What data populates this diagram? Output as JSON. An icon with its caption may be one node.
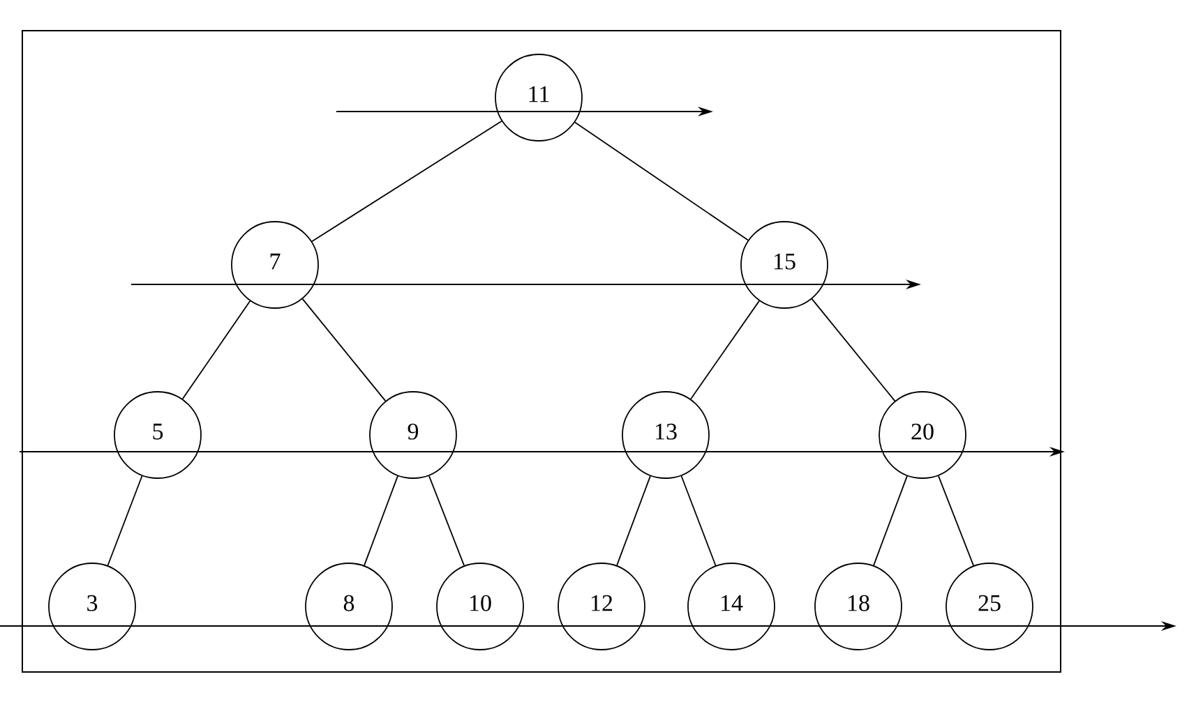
{
  "diagram": {
    "nodes": [
      {
        "text": [
          "11"
        ]
      },
      {
        "text": [
          "7"
        ]
      },
      {
        "text": [
          "15"
        ]
      },
      {
        "text": [
          "5"
        ]
      },
      {
        "text": [
          "9"
        ]
      },
      {
        "text": [
          "13"
        ]
      },
      {
        "text": [
          "20"
        ]
      },
      {
        "text": [
          "3"
        ]
      },
      {
        "text": [
          "8"
        ]
      },
      {
        "text": [
          "10"
        ]
      },
      {
        "text": [
          "12"
        ]
      },
      {
        "text": [
          "14"
        ]
      },
      {
        "text": [
          "18"
        ]
      },
      {
        "text": [
          "25"
        ]
      }
    ],
    "edges": [
      {
        "from": 0,
        "to": 1,
        "arrow": "none"
      },
      {
        "from": 0,
        "to": 2,
        "arrow": "none"
      },
      {
        "from": 1,
        "to": 3,
        "arrow": "none"
      },
      {
        "from": 1,
        "to": 4,
        "arrow": "none"
      },
      {
        "from": 2,
        "to": 5,
        "arrow": "none"
      },
      {
        "from": 2,
        "to": 6,
        "arrow": "none"
      },
      {
        "from": 3,
        "to": 7,
        "arrow": "none"
      },
      {
        "from": 4,
        "to": 8,
        "arrow": "none"
      },
      {
        "from": 4,
        "to": 9,
        "arrow": "none"
      },
      {
        "from": 5,
        "to": 10,
        "arrow": "none"
      },
      {
        "from": 5,
        "to": 11,
        "arrow": "none"
      },
      {
        "from": 6,
        "to": 12,
        "arrow": "none"
      },
      {
        "from": 6,
        "to": 13,
        "arrow": "none"
      }
    ]
  }
}
